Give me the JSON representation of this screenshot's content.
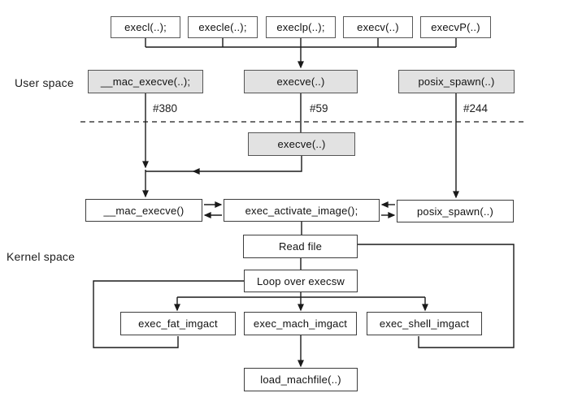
{
  "diagram": {
    "user_space_label": "User space",
    "kernel_space_label": "Kernel space",
    "libc_wrappers": [
      "execl(..);",
      "execle(..);",
      "execlp(..);",
      "execv(..)",
      "execvP(..)"
    ],
    "user_syscalls": [
      {
        "label": "__mac_execve(..);",
        "number": "#380"
      },
      {
        "label": "execve(..)",
        "number": "#59"
      },
      {
        "label": "posix_spawn(..)",
        "number": "#244"
      }
    ],
    "kernel": {
      "execve_trampoline": "execve(..)",
      "mac_execve": "__mac_execve()",
      "exec_activate_image": "exec_activate_image();",
      "posix_spawn": "posix_spawn(..)",
      "read_file": "Read file",
      "loop_execsw": "Loop over execsw",
      "imgact": [
        "exec_fat_imgact",
        "exec_mach_imgact",
        "exec_shell_imgact"
      ],
      "load_machfile": "load_machfile(..)"
    },
    "colors": {
      "background": "#ffffff",
      "box_fill_white": "#ffffff",
      "box_fill_gray": "#e2e2e2",
      "box_border": "#4d4d4d",
      "line": "#1a1a1a",
      "text": "#111111"
    }
  }
}
